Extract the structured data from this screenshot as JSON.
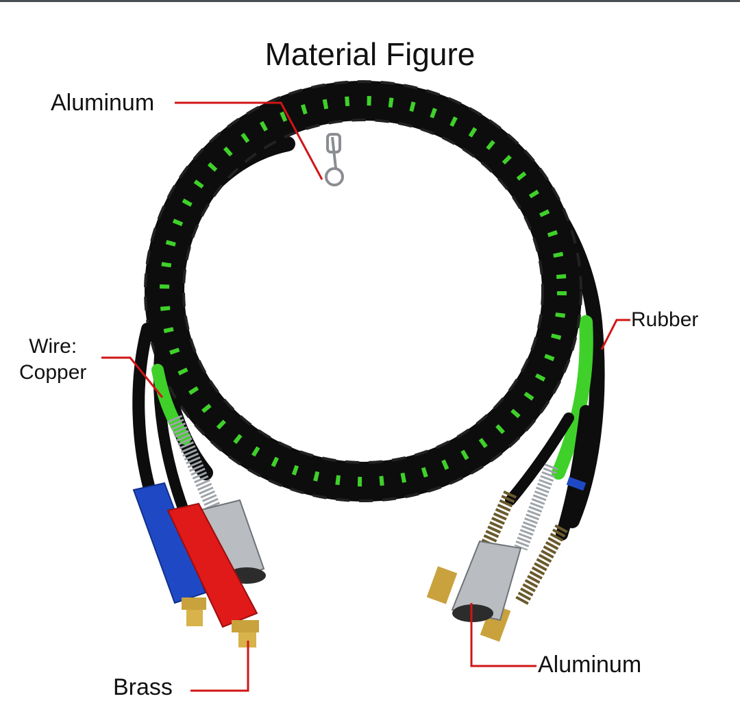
{
  "figure": {
    "title": "Material Figure",
    "labels": {
      "aluminum_top": "Aluminum",
      "rubber": "Rubber",
      "wire_line1": "Wire:",
      "wire_line2": "Copper",
      "brass": "Brass",
      "aluminum_bottom": "Aluminum"
    },
    "colors": {
      "leader_line": "#d01515",
      "hose_black": "#0d0d0d",
      "hose_green": "#3fd12a",
      "glad_blue": "#1f49c4",
      "glad_red": "#e01919",
      "brass": "#c9a23d",
      "aluminum": "#b9bcc0"
    }
  }
}
